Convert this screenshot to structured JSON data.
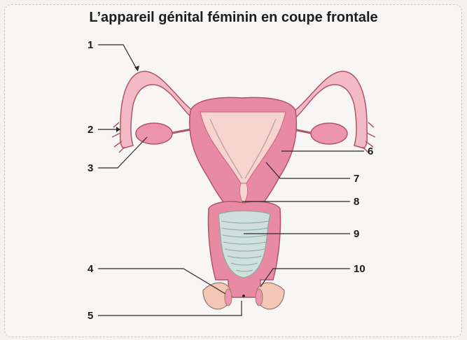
{
  "title": "L’appareil génital féminin en coupe frontale",
  "labels": [
    "1",
    "2",
    "3",
    "4",
    "5",
    "6",
    "7",
    "8",
    "9",
    "10"
  ],
  "colors": {
    "tissue_pink": "#e98aa4",
    "tissue_light": "#f3b9c5",
    "cavity": "#f7d4cd",
    "vagina_inner": "#cfe0dc",
    "skin": "#f4c6b6",
    "line": "#2a2a2a"
  }
}
